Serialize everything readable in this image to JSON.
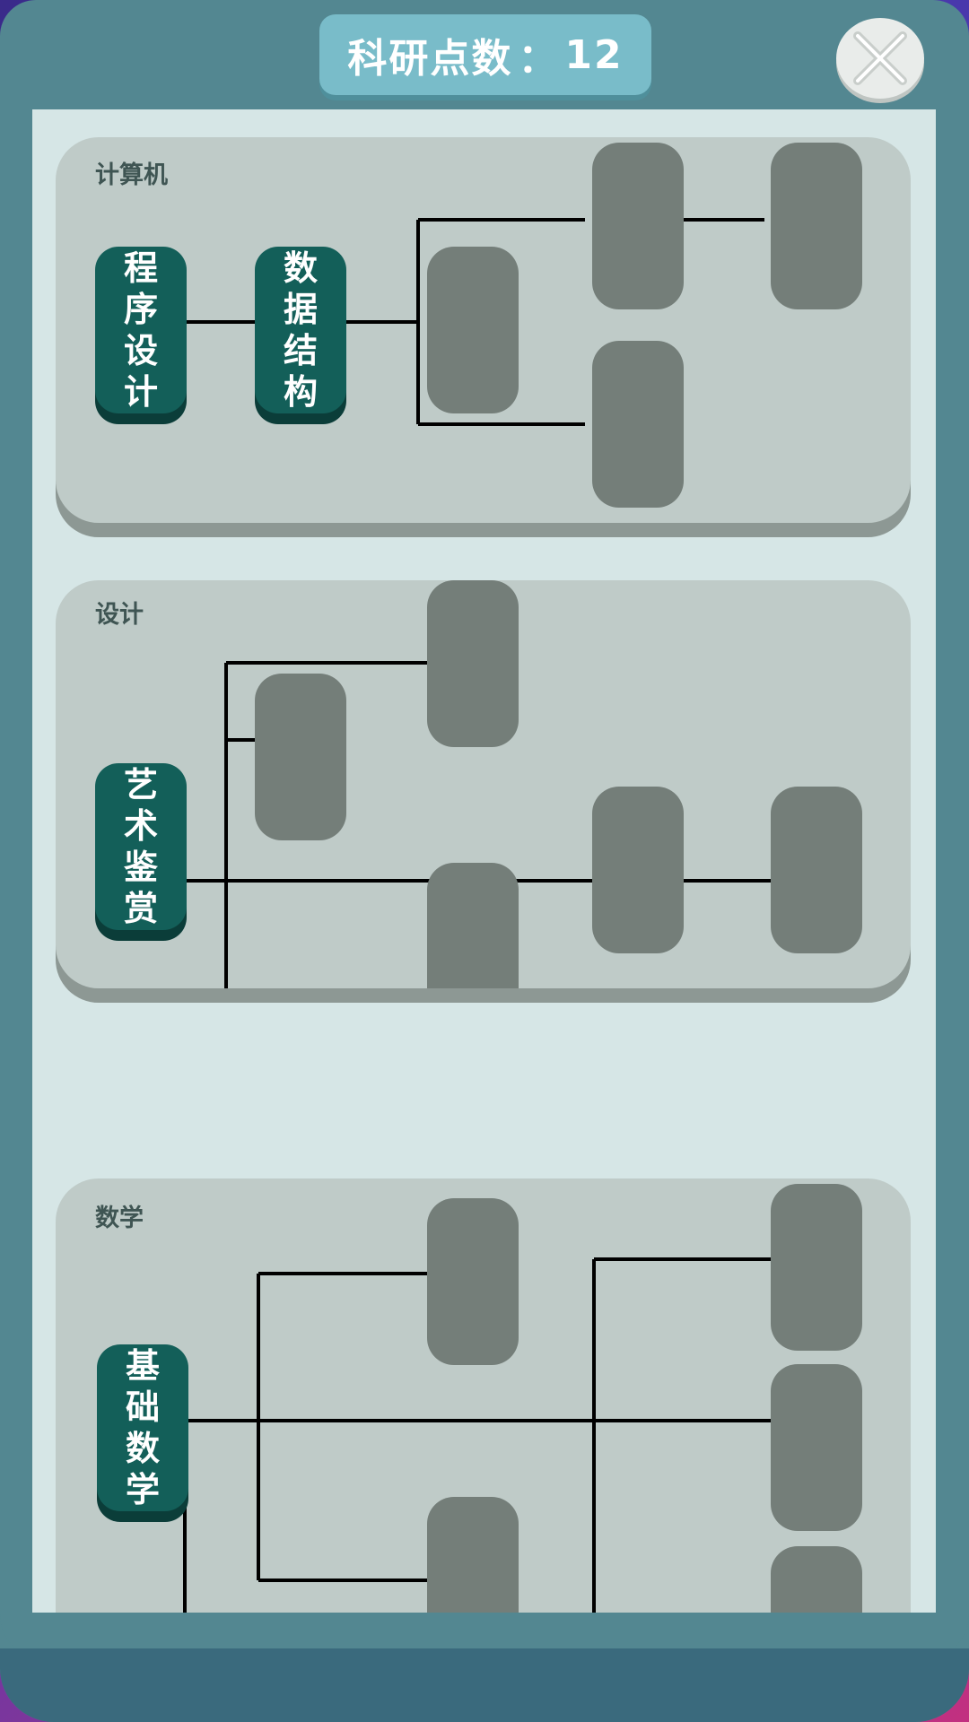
{
  "header": {
    "score_label": "科研点数",
    "score_separator": "：",
    "score_value": "12",
    "close_icon": "close-x-icon"
  },
  "tech_tree": [
    {
      "category": "计算机",
      "unlocked": [
        {
          "name": "程序设计",
          "chars": [
            "程",
            "序",
            "设",
            "计"
          ]
        },
        {
          "name": "数据结构",
          "chars": [
            "数",
            "据",
            "结",
            "构"
          ]
        }
      ],
      "locked_count": 4
    },
    {
      "category": "设计",
      "unlocked": [
        {
          "name": "艺术鉴赏",
          "chars": [
            "艺",
            "术",
            "鉴",
            "赏"
          ]
        }
      ],
      "locked_count": 5
    },
    {
      "category": "数学",
      "unlocked": [
        {
          "name": "基础数学",
          "chars": [
            "基",
            "础",
            "数",
            "学"
          ]
        }
      ],
      "locked_count": 5
    }
  ],
  "colors": {
    "frame": "#538791",
    "panel": "#d6e6e6",
    "card": "#bfcbc8",
    "unlocked_node": "#135f59",
    "locked_node": "#747e79",
    "score_pill": "#79bcc9"
  }
}
